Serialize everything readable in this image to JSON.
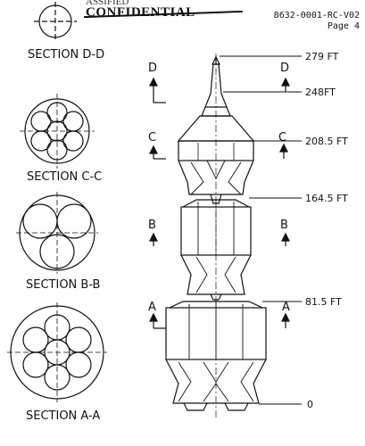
{
  "document": {
    "reference_number": "8632-0001-RC-V02",
    "page_label": "Page 4",
    "classification_struck": "CONFIDENTIAL",
    "classification_faint": "ASSIFIED"
  },
  "sections": {
    "d": {
      "label": "SECTION D-D"
    },
    "c": {
      "label": "SECTION C-C"
    },
    "b": {
      "label": "SECTION B-B"
    },
    "a": {
      "label": "SECTION A-A"
    }
  },
  "cut_markers": {
    "d": "D",
    "c": "C",
    "b": "B",
    "a": "A"
  },
  "stations": {
    "top": "279 FT",
    "s248": "248FT",
    "s208": "208.5 FT",
    "s164": "164.5 FT",
    "s81": "81.5 FT",
    "base": "0"
  }
}
